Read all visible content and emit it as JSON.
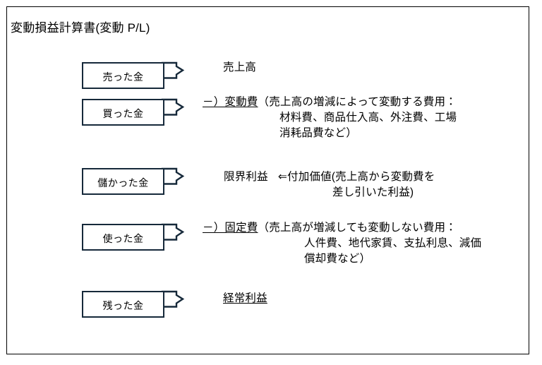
{
  "document": {
    "title": "変動損益計算書(変動 P/L)",
    "frame_color": "#000000",
    "callout_border_color": "#16293a",
    "text_color": "#000000"
  },
  "callouts": [
    {
      "name": "sold-money",
      "label": "売った金"
    },
    {
      "name": "bought-money",
      "label": "買った金"
    },
    {
      "name": "earned-money",
      "label": "儲かった金"
    },
    {
      "name": "spent-money",
      "label": "使った金"
    },
    {
      "name": "left-money",
      "label": "残った金"
    }
  ],
  "statement": {
    "sales": {
      "label": "売上高",
      "underlined": false
    },
    "variable_cost": {
      "header": "－）変動費",
      "header_underlined": true,
      "detail_line1": "（売上高の増減によって変動する費用：",
      "detail_line2": "材料費、商品仕入高、外注費、工場",
      "detail_line3": "消耗品費など）"
    },
    "marginal_profit": {
      "label": "限界利益",
      "annotation_line1": "⇐付加価値(売上高から変動費を",
      "annotation_line2": "差し引いた利益)"
    },
    "fixed_cost": {
      "header": "－）固定費",
      "header_underlined": true,
      "detail_line1": "（売上高が増減しても変動しない費用：",
      "detail_line2": "人件費、地代家賃、支払利息、減価",
      "detail_line3": "償却費など）"
    },
    "ordinary_profit": {
      "label": "経常利益",
      "underlined": true
    }
  }
}
